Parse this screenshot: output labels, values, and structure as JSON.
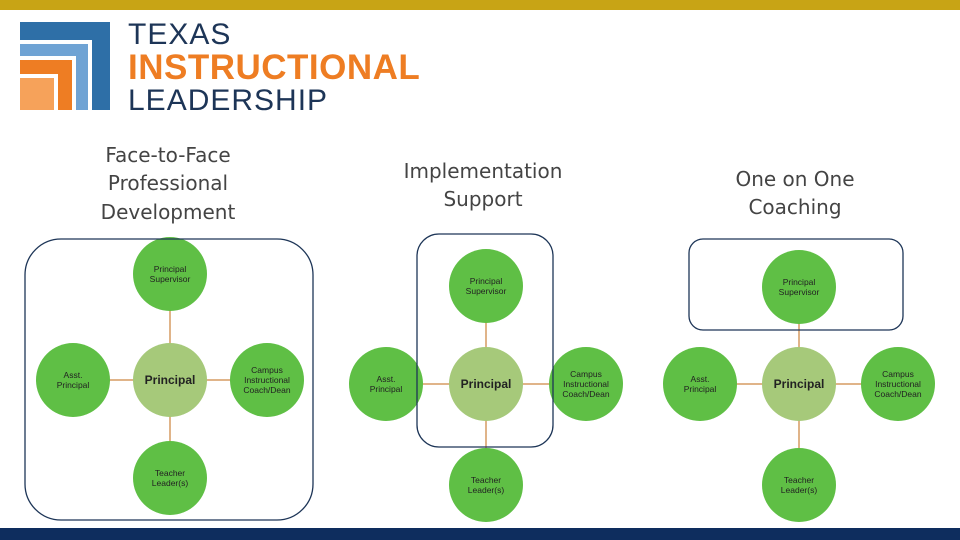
{
  "branding": {
    "line1": "TEXAS",
    "line2": "INSTRUCTIONAL",
    "line3": "LEADERSHIP",
    "colors": {
      "top_bar": "#c8a415",
      "bottom_bar": "#0e2d5e",
      "logo_blue": "#2e6fa7",
      "logo_light_blue": "#6fa3d4",
      "logo_orange": "#ee7d23",
      "logo_light_orange": "#f6a25a"
    }
  },
  "node_colors": {
    "outer": "#5fbf45",
    "center": "#a6c97a",
    "connector": "#e0b489"
  },
  "columns": [
    {
      "title_lines": [
        "Face-to-Face",
        "Professional",
        "Development"
      ],
      "nodes": {
        "top": [
          "Principal",
          "Supervisor"
        ],
        "left": [
          "Asst.",
          "Principal"
        ],
        "center": [
          "Principal"
        ],
        "right": [
          "Campus",
          "Instructional",
          "Coach/Dean"
        ],
        "bottom": [
          "Teacher",
          "Leader(s)"
        ]
      },
      "highlight": "all"
    },
    {
      "title_lines": [
        "Implementation",
        "Support"
      ],
      "nodes": {
        "top": [
          "Principal",
          "Supervisor"
        ],
        "left": [
          "Asst.",
          "Principal"
        ],
        "center": [
          "Principal"
        ],
        "right": [
          "Campus",
          "Instructional",
          "Coach/Dean"
        ],
        "bottom": [
          "Teacher",
          "Leader(s)"
        ]
      },
      "highlight": "supervisor-and-principal"
    },
    {
      "title_lines": [
        "One on One",
        "Coaching"
      ],
      "nodes": {
        "top": [
          "Principal",
          "Supervisor"
        ],
        "left": [
          "Asst.",
          "Principal"
        ],
        "center": [
          "Principal"
        ],
        "right": [
          "Campus",
          "Instructional",
          "Coach/Dean"
        ],
        "bottom": [
          "Teacher",
          "Leader(s)"
        ]
      },
      "highlight": "supervisor"
    }
  ]
}
